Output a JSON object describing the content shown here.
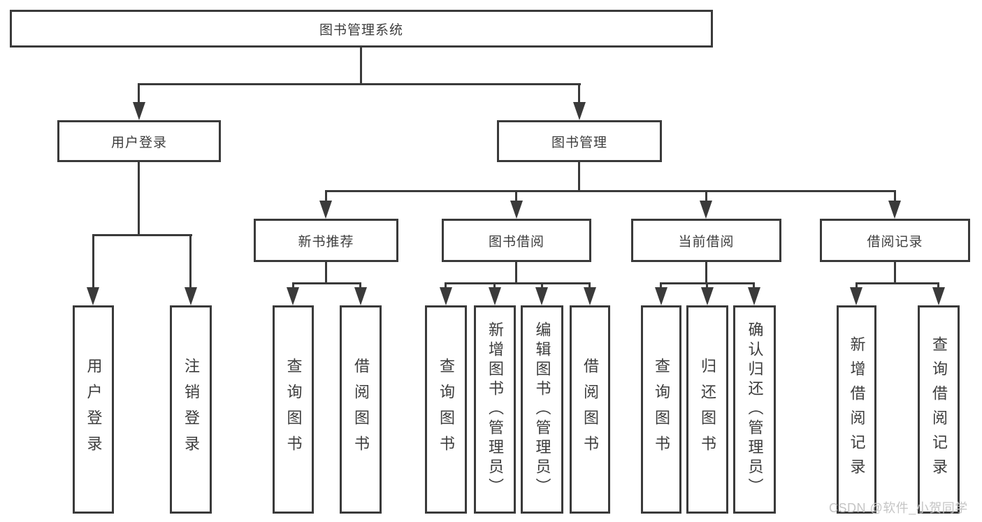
{
  "root": {
    "label": "图书管理系统"
  },
  "branches": [
    {
      "label": "用户登录",
      "leaves": [
        {
          "label": "用户登录"
        },
        {
          "label": "注销登录"
        }
      ]
    },
    {
      "label": "图书管理",
      "sections": [
        {
          "label": "新书推荐",
          "leaves": [
            {
              "label": "查询图书"
            },
            {
              "label": "借阅图书"
            }
          ]
        },
        {
          "label": "图书借阅",
          "leaves": [
            {
              "label": "查询图书"
            },
            {
              "label": "新增图书（管理员）"
            },
            {
              "label": "编辑图书（管理员）"
            },
            {
              "label": "借阅图书"
            }
          ]
        },
        {
          "label": "当前借阅",
          "leaves": [
            {
              "label": "查询图书"
            },
            {
              "label": "归还图书"
            },
            {
              "label": "确认归还（管理员）"
            }
          ]
        },
        {
          "label": "借阅记录",
          "leaves": [
            {
              "label": "新增借阅记录"
            },
            {
              "label": "查询借阅记录"
            }
          ]
        }
      ]
    }
  ],
  "watermark": {
    "text": "CSDN @软件_小贺同学"
  },
  "colors": {
    "line": "#3a3a3a",
    "text": "#3d3d3d",
    "watermark": "#c5c5c5",
    "background": "#ffffff"
  }
}
